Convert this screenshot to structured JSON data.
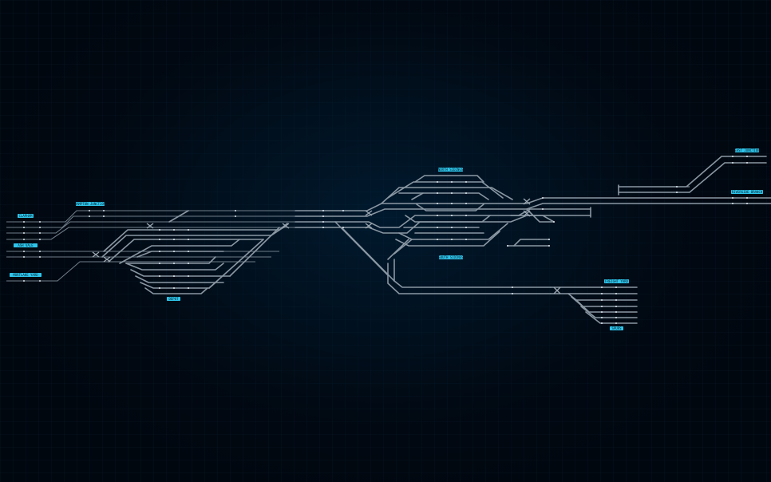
{
  "theme": {
    "background": "#01070f",
    "track_color": "#8a97a3",
    "label_color": "#2fc4ea",
    "signal_color": "#dfe8ef"
  },
  "labels": [
    {
      "id": "west-1",
      "text": "CLAPHAM"
    },
    {
      "id": "west-2",
      "text": "ASH VALE"
    },
    {
      "id": "west-3",
      "text": "MORTLAKE YARD"
    },
    {
      "id": "north-west",
      "text": "HAMPTON JUNCTION"
    },
    {
      "id": "depot",
      "text": "DEPOT"
    },
    {
      "id": "central-north",
      "text": "NORTH SIDINGS"
    },
    {
      "id": "central-south",
      "text": "SOUTH SIDINGS"
    },
    {
      "id": "east-1",
      "text": "EAST JUNCTION"
    },
    {
      "id": "east-2",
      "text": "RIVERSIDE BRANCH"
    },
    {
      "id": "south-east-1",
      "text": "FREIGHT YARD"
    },
    {
      "id": "south-east-2",
      "text": "SPURS"
    }
  ]
}
